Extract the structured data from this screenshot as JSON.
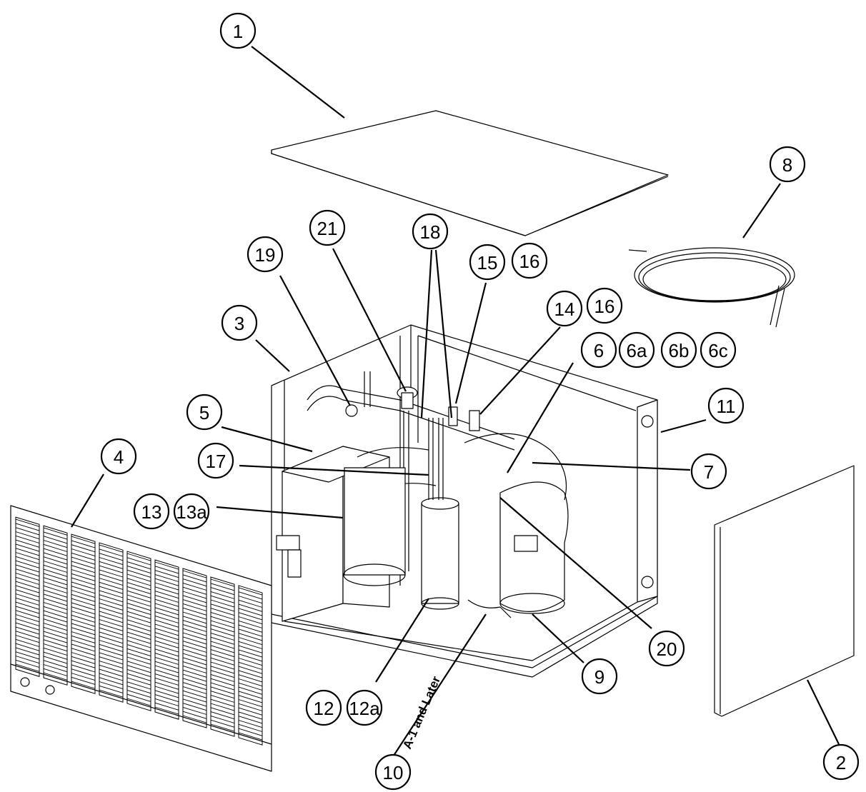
{
  "callouts": [
    {
      "id": "c1",
      "label": "1"
    },
    {
      "id": "c2",
      "label": "2"
    },
    {
      "id": "c3",
      "label": "3"
    },
    {
      "id": "c4",
      "label": "4"
    },
    {
      "id": "c5",
      "label": "5"
    },
    {
      "id": "c6",
      "label": "6"
    },
    {
      "id": "c6a",
      "label": "6a"
    },
    {
      "id": "c6b",
      "label": "6b"
    },
    {
      "id": "c6c",
      "label": "6c"
    },
    {
      "id": "c7",
      "label": "7"
    },
    {
      "id": "c8",
      "label": "8"
    },
    {
      "id": "c9",
      "label": "9"
    },
    {
      "id": "c10",
      "label": "10"
    },
    {
      "id": "c11",
      "label": "11"
    },
    {
      "id": "c12",
      "label": "12"
    },
    {
      "id": "c12a",
      "label": "12a"
    },
    {
      "id": "c13",
      "label": "13"
    },
    {
      "id": "c13a",
      "label": "13a"
    },
    {
      "id": "c14",
      "label": "14"
    },
    {
      "id": "c14-16",
      "label": "16"
    },
    {
      "id": "c15",
      "label": "15"
    },
    {
      "id": "c15-16",
      "label": "16"
    },
    {
      "id": "c17",
      "label": "17"
    },
    {
      "id": "c18",
      "label": "18"
    },
    {
      "id": "c19",
      "label": "19"
    },
    {
      "id": "c20",
      "label": "20"
    },
    {
      "id": "c21",
      "label": "21"
    }
  ],
  "note": "A-1 and Later"
}
